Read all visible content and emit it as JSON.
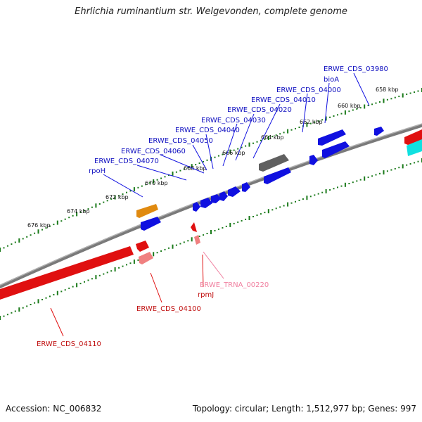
{
  "title": "Ehrlichia ruminantium str. Welgevonden, complete genome",
  "footer": {
    "accession": "Accession: NC_006832",
    "summary": "Topology: circular; Length: 1,512,977 bp; Genes: 997"
  },
  "colors": {
    "forward": "#1010e0",
    "reverse": "#e01010",
    "trna": "#f080a0",
    "other": "#e08a10",
    "pseudo": "#606060",
    "backbone": "#808080",
    "ruler": "#1a7a1a"
  },
  "tick_labels": [
    "658 kbp",
    "660 kbp",
    "662 kbp",
    "664 kbp",
    "666 kbp",
    "668 kbp",
    "670 kbp",
    "672 kbp",
    "674 kbp",
    "676 kbp"
  ],
  "upper_genes": [
    "ERWE_CDS_03980",
    "bioA",
    "ERWE_CDS_04000",
    "ERWE_CDS_04010",
    "ERWE_CDS_04020",
    "ERWE_CDS_04030",
    "ERWE_CDS_04040",
    "ERWE_CDS_04050",
    "ERWE_CDS_04060",
    "ERWE_CDS_04070",
    "rpoH"
  ],
  "lower_genes": [
    "ERWE_TRNA_00220",
    "rpmJ",
    "ERWE_CDS_04100",
    "ERWE_CDS_04110"
  ]
}
